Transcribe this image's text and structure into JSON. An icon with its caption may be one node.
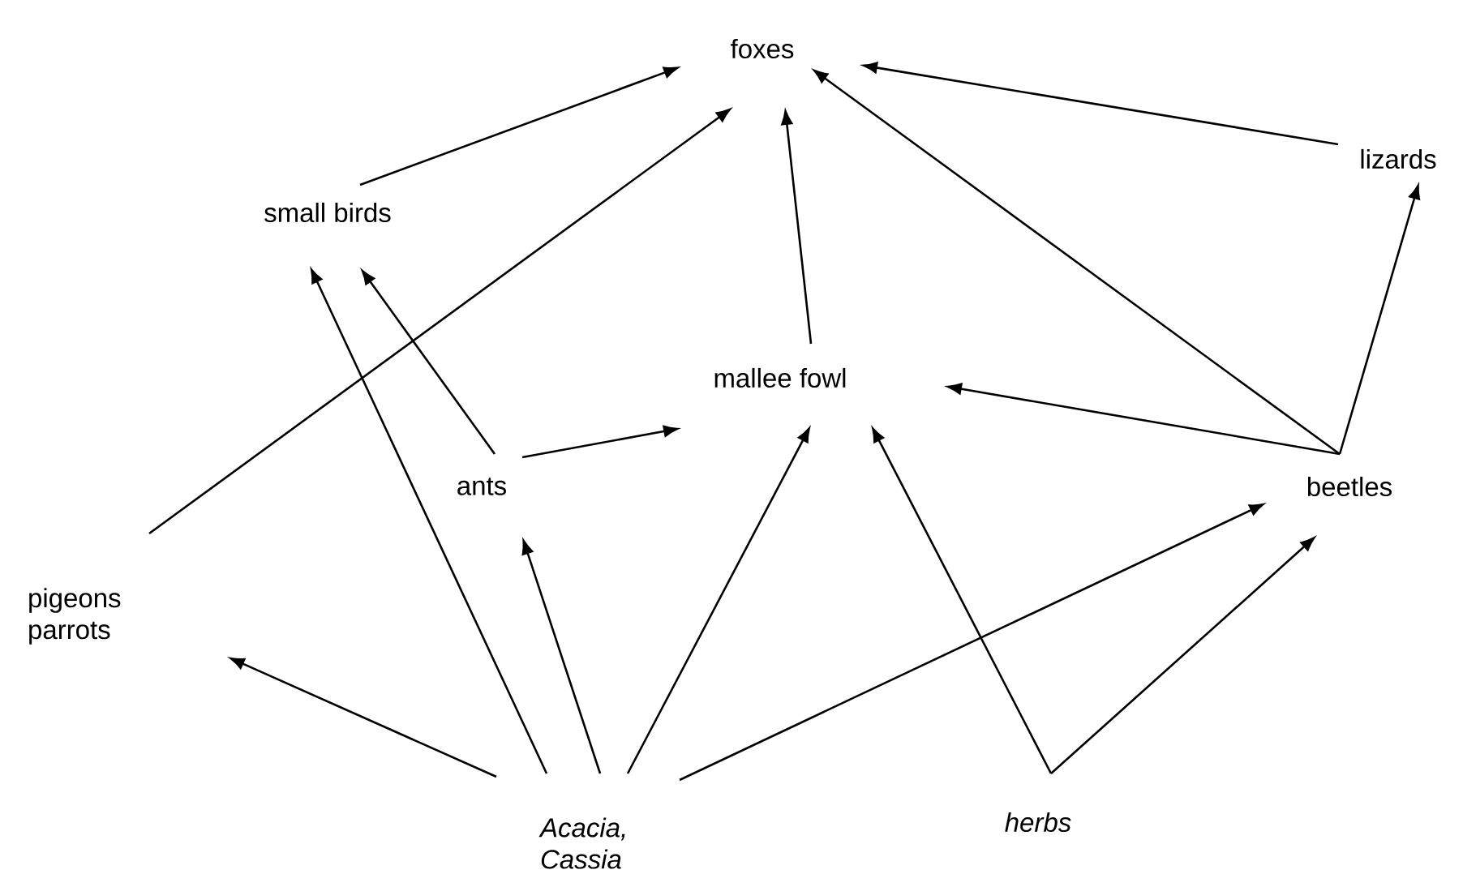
{
  "diagram": {
    "nodes": [
      {
        "text": [
          "foxes"
        ]
      },
      {
        "text": [
          "small birds"
        ]
      },
      {
        "text": [
          "lizards"
        ]
      },
      {
        "text": [
          "mallee fowl"
        ]
      },
      {
        "text": [
          "ants"
        ]
      },
      {
        "text": [
          "beetles"
        ]
      },
      {
        "text": [
          "pigeons parrots"
        ]
      },
      {
        "text": [
          "Acacia, Cassia"
        ]
      },
      {
        "text": [
          "herbs"
        ]
      }
    ],
    "edges": [
      {
        "from": 1,
        "to": 0,
        "arrow": "to"
      },
      {
        "from": 6,
        "to": 0,
        "arrow": "to"
      },
      {
        "from": 3,
        "to": 0,
        "arrow": "to"
      },
      {
        "from": 5,
        "to": 0,
        "arrow": "to"
      },
      {
        "from": 2,
        "to": 0,
        "arrow": "to"
      },
      {
        "from": 5,
        "to": 2,
        "arrow": "to"
      },
      {
        "from": 5,
        "to": 3,
        "arrow": "to"
      },
      {
        "from": 4,
        "to": 3,
        "arrow": "to"
      },
      {
        "from": 4,
        "to": 1,
        "arrow": "to"
      },
      {
        "from": 7,
        "to": 1,
        "arrow": "to"
      },
      {
        "from": 7,
        "to": 4,
        "arrow": "to"
      },
      {
        "from": 7,
        "to": 3,
        "arrow": "to"
      },
      {
        "from": 7,
        "to": 6,
        "arrow": "to"
      },
      {
        "from": 7,
        "to": 5,
        "arrow": "to"
      },
      {
        "from": 8,
        "to": 3,
        "arrow": "to"
      },
      {
        "from": 8,
        "to": 5,
        "arrow": "to"
      }
    ]
  }
}
